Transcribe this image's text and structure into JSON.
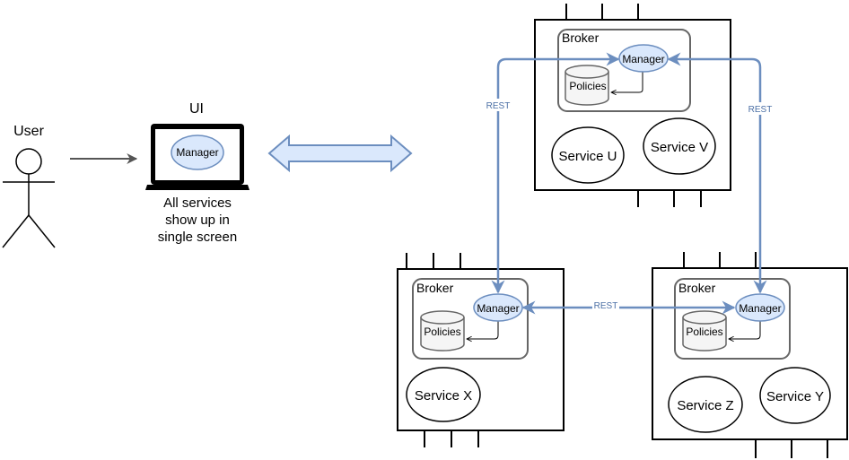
{
  "user": {
    "label": "User"
  },
  "ui": {
    "title": "UI",
    "manager_label": "Manager",
    "caption": [
      "All services",
      "show up in",
      "single screen"
    ]
  },
  "nodes": {
    "top": {
      "broker": "Broker",
      "manager": "Manager",
      "policies": "Policies",
      "services": [
        "Service U",
        "Service V"
      ]
    },
    "left": {
      "broker": "Broker",
      "manager": "Manager",
      "policies": "Policies",
      "services": [
        "Service X"
      ]
    },
    "right": {
      "broker": "Broker",
      "manager": "Manager",
      "policies": "Policies",
      "services": [
        "Service Z",
        "Service Y"
      ]
    }
  },
  "edges": {
    "rest_top_left": "REST",
    "rest_top_right": "REST",
    "rest_bottom": "REST"
  },
  "colors": {
    "accent_line": "#6c8ebf",
    "accent_fill": "#dae8fc",
    "stroke": "#000000",
    "broker_stroke": "#666666",
    "policy_fill": "#f5f5f5"
  }
}
